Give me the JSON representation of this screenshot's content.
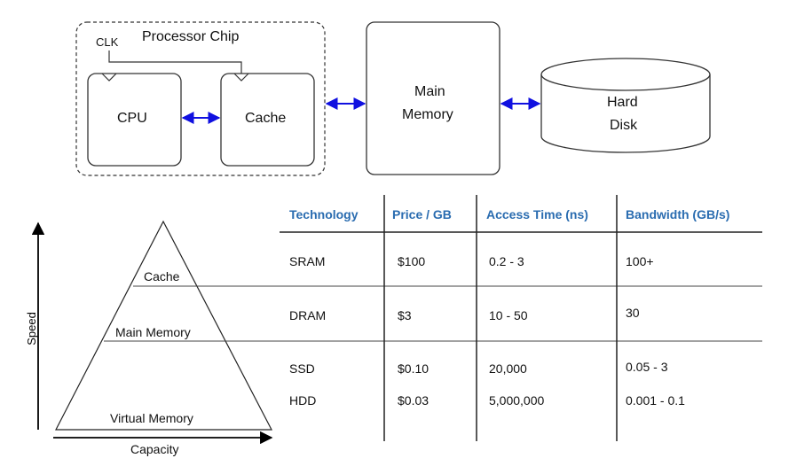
{
  "diagram": {
    "processor_chip": {
      "label": "Processor Chip",
      "clk": "CLK"
    },
    "cpu": {
      "label": "CPU"
    },
    "cache": {
      "label": "Cache"
    },
    "main_memory": {
      "label_line1": "Main",
      "label_line2": "Memory"
    },
    "hard_disk": {
      "label_line1": "Hard",
      "label_line2": "Disk"
    },
    "arrow_color": "#1010e0"
  },
  "pyramid": {
    "levels": [
      "Cache",
      "Main Memory",
      "Virtual Memory"
    ],
    "y_axis": "Speed",
    "x_axis": "Capacity"
  },
  "table": {
    "header_color": "#2a6cb0",
    "columns": [
      "Technology",
      "Price / GB",
      "Access Time (ns)",
      "Bandwidth (GB/s)"
    ],
    "rows": [
      [
        "SRAM",
        "$100",
        "0.2 - 3",
        "100+"
      ],
      [
        "DRAM",
        "$3",
        "10 - 50",
        "30"
      ],
      [
        "SSD",
        "$0.10",
        "20,000",
        "0.05 - 3"
      ],
      [
        "HDD",
        "$0.03",
        "5,000,000",
        "0.001 - 0.1"
      ]
    ]
  }
}
